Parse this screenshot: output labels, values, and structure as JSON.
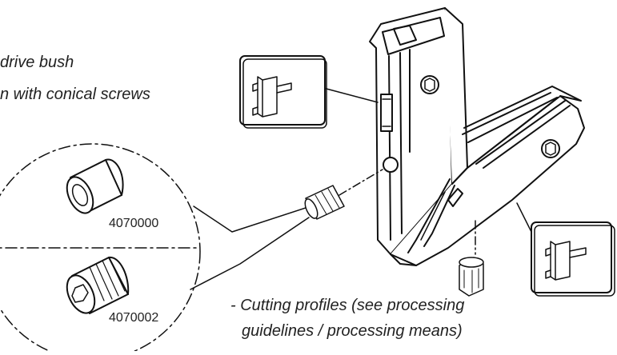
{
  "captions": {
    "line1": "drive bush",
    "line2": "n with conical screws",
    "cutting_line1": "- Cutting profiles (see processing",
    "cutting_line2": "guidelines / processing means)"
  },
  "parts": {
    "bush_plain": "4070000",
    "bush_threaded": "4070002"
  }
}
